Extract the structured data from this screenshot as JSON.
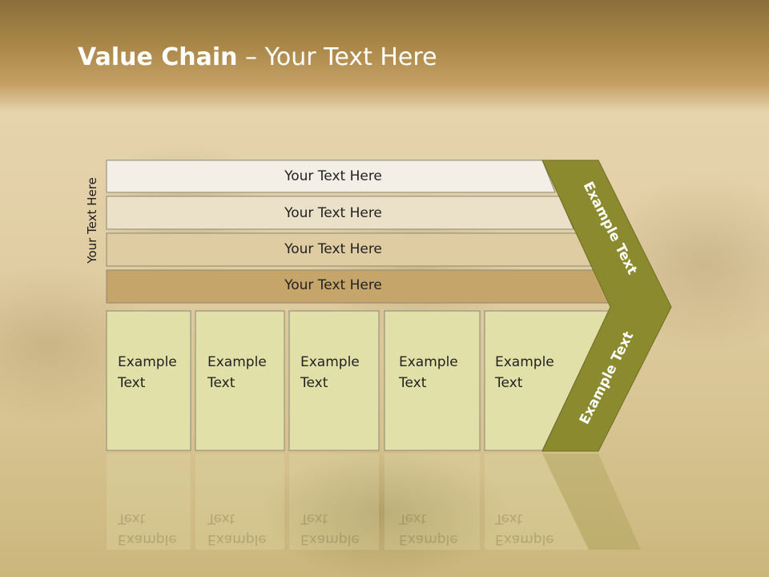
{
  "slide": {
    "title_bold": "Value Chain",
    "title_rest": " – Your Text Here",
    "side_label": "Your Text Here"
  },
  "rows": [
    {
      "label": "Your Text Here",
      "color": "#f3efe6"
    },
    {
      "label": "Your Text Here",
      "color": "#ebe0c8"
    },
    {
      "label": "Your Text Here",
      "color": "#dfcca2"
    },
    {
      "label": "Your Text Here",
      "color": "#c5a56a"
    }
  ],
  "columns": [
    {
      "line1": "Example",
      "line2": "Text"
    },
    {
      "line1": "Example",
      "line2": "Text"
    },
    {
      "line1": "Example",
      "line2": "Text"
    },
    {
      "line1": "Example",
      "line2": "Text"
    },
    {
      "line1": "Example",
      "line2": "Text"
    }
  ],
  "chevron": {
    "upper_label": "Example Text",
    "lower_label": "Example Text",
    "color": "#8b8a2e"
  },
  "colors": {
    "column_fill": "#e0e0a8",
    "outline": "#8c8778"
  }
}
